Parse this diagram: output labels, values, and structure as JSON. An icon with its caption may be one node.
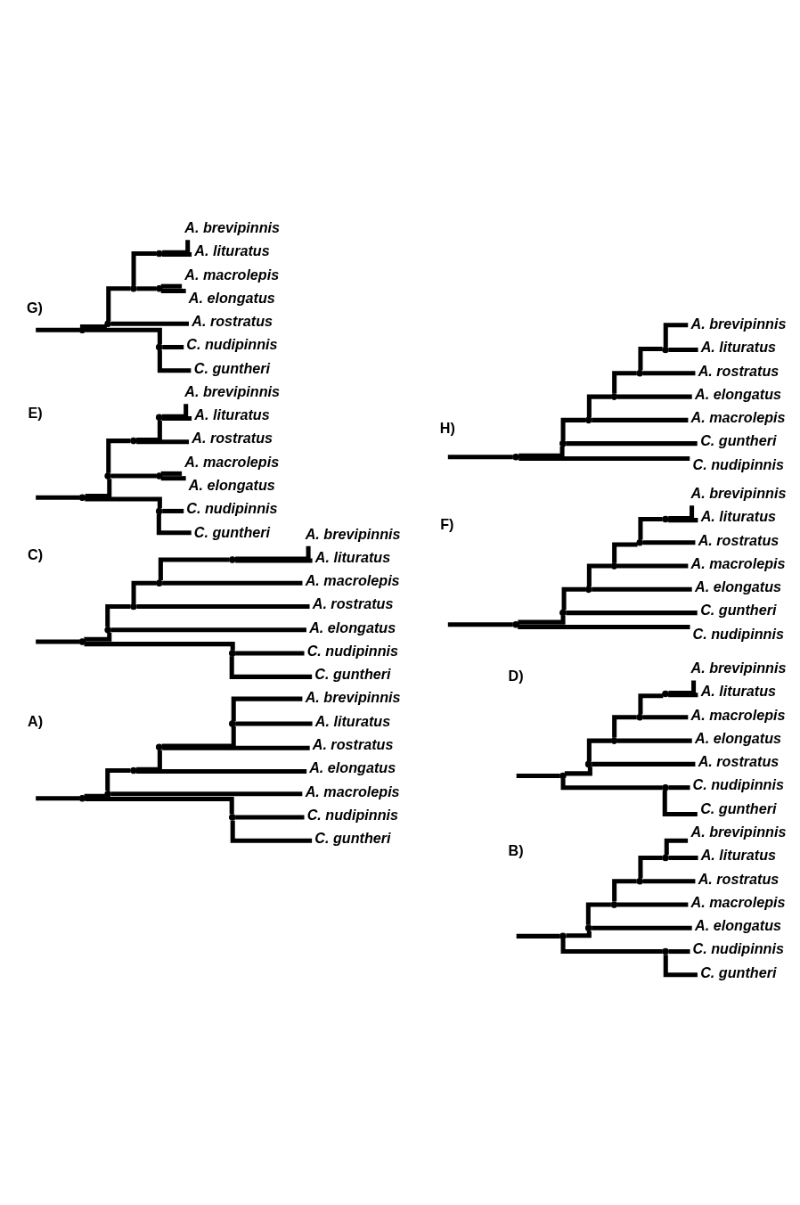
{
  "diagram": {
    "nodes": [
      {
        "text": [],
        "shape": "point"
      },
      {
        "text": [],
        "shape": "point"
      },
      {
        "text": [],
        "shape": "point"
      },
      {
        "text": [],
        "shape": "point"
      },
      {
        "text": [],
        "shape": "point"
      },
      {
        "text": [],
        "shape": "point"
      },
      {
        "text": [
          "A. brevipinnis"
        ]
      },
      {
        "text": [
          "A. lituratus"
        ]
      },
      {
        "text": [
          "A. rostratus"
        ]
      },
      {
        "text": [
          "A. elongatus"
        ]
      },
      {
        "text": [
          "A. macrolepis"
        ]
      },
      {
        "text": [
          "C. guntheri"
        ]
      },
      {
        "text": [
          "C. nudipinnis"
        ]
      },
      {
        "text": [],
        "shape": "point"
      },
      {
        "text": [],
        "shape": "point"
      },
      {
        "text": [],
        "shape": "point"
      },
      {
        "text": [],
        "shape": "point"
      },
      {
        "text": [],
        "shape": "point"
      },
      {
        "text": [],
        "shape": "point"
      },
      {
        "text": [
          "A. brevipinnis"
        ]
      },
      {
        "text": [
          "A. lituratus"
        ]
      },
      {
        "text": [
          "A. rostratus"
        ]
      },
      {
        "text": [
          "A. macrolepis"
        ]
      },
      {
        "text": [
          "A. elongatus"
        ]
      },
      {
        "text": [
          "C. guntheri"
        ]
      },
      {
        "text": [
          "C. nudipinnis"
        ]
      },
      {
        "text": [],
        "shape": "point"
      },
      {
        "text": [],
        "shape": "point"
      },
      {
        "text": [],
        "shape": "point"
      },
      {
        "text": [],
        "shape": "point"
      },
      {
        "text": [],
        "shape": "point"
      },
      {
        "text": [],
        "shape": "point"
      },
      {
        "text": [
          "A. brevipinnis"
        ]
      },
      {
        "text": [
          "A. lituratus"
        ]
      },
      {
        "text": [
          "A. macrolepis"
        ]
      },
      {
        "text": [
          "A. rostratus"
        ]
      },
      {
        "text": [
          "A. elongatus"
        ]
      },
      {
        "text": [
          "C. guntheri"
        ]
      },
      {
        "text": [
          "C. nudipinnis"
        ]
      },
      {
        "text": [],
        "shape": "point"
      },
      {
        "text": [],
        "shape": "point"
      },
      {
        "text": [],
        "shape": "point"
      },
      {
        "text": [],
        "shape": "point"
      },
      {
        "text": [],
        "shape": "point"
      },
      {
        "text": [],
        "shape": "point"
      },
      {
        "text": [
          "A. brevipinnis"
        ]
      },
      {
        "text": [
          "A. lituratus"
        ]
      },
      {
        "text": [
          "A. macrolepis"
        ]
      },
      {
        "text": [
          "A. elongatus"
        ]
      },
      {
        "text": [
          "A. rostratus"
        ]
      },
      {
        "text": [
          "C. guntheri"
        ]
      },
      {
        "text": [
          "C. nudipinnis"
        ]
      },
      {
        "text": [],
        "shape": "point"
      },
      {
        "text": [],
        "shape": "point"
      },
      {
        "text": [],
        "shape": "point"
      },
      {
        "text": [],
        "shape": "point"
      },
      {
        "text": [],
        "shape": "point"
      },
      {
        "text": [],
        "shape": "point"
      },
      {
        "text": [
          "A. brevipinnis"
        ]
      },
      {
        "text": [
          "A. lituratus"
        ]
      },
      {
        "text": [
          "A. rostratus"
        ]
      },
      {
        "text": [
          "A. macrolepis"
        ]
      },
      {
        "text": [
          "A. elongatus"
        ]
      },
      {
        "text": [
          "C. guntheri"
        ]
      },
      {
        "text": [
          "C. nudipinnis"
        ]
      },
      {
        "text": [],
        "shape": "point"
      },
      {
        "text": [],
        "shape": "point"
      },
      {
        "text": [],
        "shape": "point"
      },
      {
        "text": [],
        "shape": "point"
      },
      {
        "text": [],
        "shape": "point"
      },
      {
        "text": [],
        "shape": "point"
      },
      {
        "text": [
          "A. brevipinnis"
        ]
      },
      {
        "text": [
          "A. lituratus"
        ]
      },
      {
        "text": [
          "A. rostratus"
        ]
      },
      {
        "text": [
          "A. macrolepis"
        ]
      },
      {
        "text": [
          "A. elongatus"
        ]
      },
      {
        "text": [
          "C. guntheri"
        ]
      },
      {
        "text": [
          "C. nudipinnis"
        ]
      },
      {
        "text": [],
        "shape": "point"
      },
      {
        "text": [],
        "shape": "point"
      },
      {
        "text": [],
        "shape": "point"
      },
      {
        "text": [],
        "shape": "point"
      },
      {
        "text": [],
        "shape": "point"
      },
      {
        "text": [],
        "shape": "point"
      },
      {
        "text": [
          "A. brevipinnis"
        ]
      },
      {
        "text": [
          "A. lituratus"
        ]
      },
      {
        "text": [
          "A. macrolepis"
        ]
      },
      {
        "text": [
          "A. elongatus"
        ]
      },
      {
        "text": [
          "A. rostratus"
        ]
      },
      {
        "text": [
          "C. guntheri"
        ]
      },
      {
        "text": [
          "C. nudipinnis"
        ]
      },
      {
        "text": [],
        "shape": "point"
      },
      {
        "text": [],
        "shape": "point"
      },
      {
        "text": [],
        "shape": "point"
      },
      {
        "text": [],
        "shape": "point"
      },
      {
        "text": [],
        "shape": "point"
      },
      {
        "text": [],
        "shape": "point"
      },
      {
        "text": [
          "A. brevipinnis"
        ]
      },
      {
        "text": [
          "A. lituratus"
        ]
      },
      {
        "text": [
          "A. rostratus"
        ]
      },
      {
        "text": [
          "A. elongatus"
        ]
      },
      {
        "text": [
          "A. macrolepis"
        ]
      },
      {
        "text": [
          "C. guntheri"
        ]
      },
      {
        "text": [
          "C. nudipinnis"
        ]
      }
    ],
    "edges": [
      {
        "from": null,
        "to": 0,
        "arrow": "none"
      },
      {
        "from": 0,
        "to": 1,
        "arrow": "none"
      },
      {
        "from": 0,
        "to": 5,
        "arrow": "none"
      },
      {
        "from": 1,
        "to": 2,
        "arrow": "none"
      },
      {
        "from": 1,
        "to": 10,
        "arrow": "none"
      },
      {
        "from": 2,
        "to": 3,
        "arrow": "none"
      },
      {
        "from": 2,
        "to": 9,
        "arrow": "none"
      },
      {
        "from": 3,
        "to": 4,
        "arrow": "none"
      },
      {
        "from": 3,
        "to": 8,
        "arrow": "none"
      },
      {
        "from": 4,
        "to": 6,
        "arrow": "none"
      },
      {
        "from": 4,
        "to": 7,
        "arrow": "none"
      },
      {
        "from": 5,
        "to": 11,
        "arrow": "none"
      },
      {
        "from": 5,
        "to": 12,
        "arrow": "none"
      },
      {
        "from": null,
        "to": 13,
        "arrow": "none"
      },
      {
        "from": 13,
        "to": 14,
        "arrow": "none"
      },
      {
        "from": 13,
        "to": 18,
        "arrow": "none"
      },
      {
        "from": 14,
        "to": 15,
        "arrow": "none"
      },
      {
        "from": 14,
        "to": 23,
        "arrow": "none"
      },
      {
        "from": 15,
        "to": 16,
        "arrow": "none"
      },
      {
        "from": 15,
        "to": 22,
        "arrow": "none"
      },
      {
        "from": 16,
        "to": 17,
        "arrow": "none"
      },
      {
        "from": 16,
        "to": 21,
        "arrow": "none"
      },
      {
        "from": 17,
        "to": 19,
        "arrow": "none"
      },
      {
        "from": 17,
        "to": 20,
        "arrow": "none"
      },
      {
        "from": 18,
        "to": 24,
        "arrow": "none"
      },
      {
        "from": 18,
        "to": 25,
        "arrow": "none"
      },
      {
        "from": null,
        "to": 26,
        "arrow": "none"
      },
      {
        "from": 26,
        "to": 27,
        "arrow": "none"
      },
      {
        "from": 26,
        "to": 31,
        "arrow": "none"
      },
      {
        "from": 27,
        "to": 28,
        "arrow": "none"
      },
      {
        "from": 27,
        "to": 36,
        "arrow": "none"
      },
      {
        "from": 28,
        "to": 29,
        "arrow": "none"
      },
      {
        "from": 28,
        "to": 35,
        "arrow": "none"
      },
      {
        "from": 29,
        "to": 30,
        "arrow": "none"
      },
      {
        "from": 29,
        "to": 34,
        "arrow": "none"
      },
      {
        "from": 30,
        "to": 32,
        "arrow": "none"
      },
      {
        "from": 30,
        "to": 33,
        "arrow": "none"
      },
      {
        "from": 31,
        "to": 37,
        "arrow": "none"
      },
      {
        "from": 31,
        "to": 38,
        "arrow": "none"
      },
      {
        "from": null,
        "to": 39,
        "arrow": "none"
      },
      {
        "from": 39,
        "to": 40,
        "arrow": "none"
      },
      {
        "from": 39,
        "to": 44,
        "arrow": "none"
      },
      {
        "from": 40,
        "to": 41,
        "arrow": "none"
      },
      {
        "from": 40,
        "to": 49,
        "arrow": "none"
      },
      {
        "from": 41,
        "to": 42,
        "arrow": "none"
      },
      {
        "from": 41,
        "to": 48,
        "arrow": "none"
      },
      {
        "from": 42,
        "to": 43,
        "arrow": "none"
      },
      {
        "from": 42,
        "to": 47,
        "arrow": "none"
      },
      {
        "from": 43,
        "to": 45,
        "arrow": "none"
      },
      {
        "from": 43,
        "to": 46,
        "arrow": "none"
      },
      {
        "from": 44,
        "to": 50,
        "arrow": "none"
      },
      {
        "from": 44,
        "to": 51,
        "arrow": "none"
      },
      {
        "from": null,
        "to": 52,
        "arrow": "none"
      },
      {
        "from": 52,
        "to": 53,
        "arrow": "none"
      },
      {
        "from": 52,
        "to": 57,
        "arrow": "none"
      },
      {
        "from": 53,
        "to": 54,
        "arrow": "none"
      },
      {
        "from": 53,
        "to": 56,
        "arrow": "none"
      },
      {
        "from": 54,
        "to": 55,
        "arrow": "none"
      },
      {
        "from": 54,
        "to": 60,
        "arrow": "none"
      },
      {
        "from": 55,
        "to": 58,
        "arrow": "none"
      },
      {
        "from": 55,
        "to": 59,
        "arrow": "none"
      },
      {
        "from": 56,
        "to": 61,
        "arrow": "none"
      },
      {
        "from": 56,
        "to": 62,
        "arrow": "none"
      },
      {
        "from": 57,
        "to": 63,
        "arrow": "none"
      },
      {
        "from": 57,
        "to": 64,
        "arrow": "none"
      },
      {
        "from": null,
        "to": 65,
        "arrow": "none"
      },
      {
        "from": 65,
        "to": 66,
        "arrow": "none"
      },
      {
        "from": 65,
        "to": 77,
        "arrow": "none"
      },
      {
        "from": 66,
        "to": 67,
        "arrow": "none"
      },
      {
        "from": 66,
        "to": 76,
        "arrow": "none"
      },
      {
        "from": 67,
        "to": 68,
        "arrow": "none"
      },
      {
        "from": 67,
        "to": 75,
        "arrow": "none"
      },
      {
        "from": 68,
        "to": 69,
        "arrow": "none"
      },
      {
        "from": 68,
        "to": 74,
        "arrow": "none"
      },
      {
        "from": 69,
        "to": 70,
        "arrow": "none"
      },
      {
        "from": 69,
        "to": 73,
        "arrow": "none"
      },
      {
        "from": 70,
        "to": 71,
        "arrow": "none"
      },
      {
        "from": 70,
        "to": 72,
        "arrow": "none"
      },
      {
        "from": null,
        "to": 78,
        "arrow": "none"
      },
      {
        "from": 78,
        "to": 79,
        "arrow": "none"
      },
      {
        "from": 78,
        "to": 83,
        "arrow": "none"
      },
      {
        "from": 79,
        "to": 80,
        "arrow": "none"
      },
      {
        "from": 79,
        "to": 88,
        "arrow": "none"
      },
      {
        "from": 80,
        "to": 81,
        "arrow": "none"
      },
      {
        "from": 80,
        "to": 82,
        "arrow": "none"
      },
      {
        "from": 81,
        "to": 84,
        "arrow": "none"
      },
      {
        "from": 81,
        "to": 85,
        "arrow": "none"
      },
      {
        "from": 82,
        "to": 86,
        "arrow": "none"
      },
      {
        "from": 82,
        "to": 87,
        "arrow": "none"
      },
      {
        "from": 83,
        "to": 89,
        "arrow": "none"
      },
      {
        "from": 83,
        "to": 90,
        "arrow": "none"
      },
      {
        "from": null,
        "to": 91,
        "arrow": "none"
      },
      {
        "from": 91,
        "to": 92,
        "arrow": "none"
      },
      {
        "from": 91,
        "to": 103,
        "arrow": "none"
      },
      {
        "from": 92,
        "to": 93,
        "arrow": "none"
      },
      {
        "from": 92,
        "to": 102,
        "arrow": "none"
      },
      {
        "from": 93,
        "to": 94,
        "arrow": "none"
      },
      {
        "from": 93,
        "to": 101,
        "arrow": "none"
      },
      {
        "from": 94,
        "to": 95,
        "arrow": "none"
      },
      {
        "from": 94,
        "to": 100,
        "arrow": "none"
      },
      {
        "from": 95,
        "to": 96,
        "arrow": "none"
      },
      {
        "from": 95,
        "to": 99,
        "arrow": "none"
      },
      {
        "from": 96,
        "to": 97,
        "arrow": "none"
      },
      {
        "from": 96,
        "to": 98,
        "arrow": "none"
      }
    ],
    "labels": [
      "A)",
      "B)",
      "C)",
      "D)",
      "E)",
      "F)",
      "G)",
      "H)"
    ]
  }
}
